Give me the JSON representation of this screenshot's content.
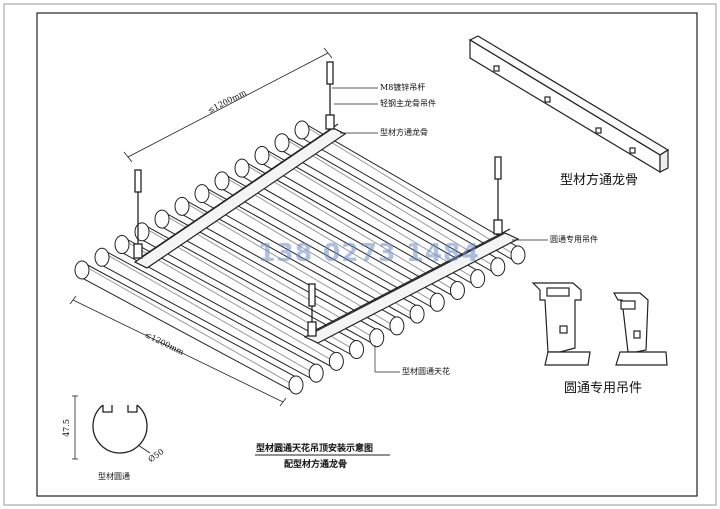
{
  "labels": {
    "rod": "M8镀锌吊杆",
    "hanger_main": "轻钢主龙骨吊件",
    "keel_top": "型材方通龙骨",
    "tube_hanger": "圆通专用吊件",
    "tube_ceiling": "型材圆通天花"
  },
  "dims": {
    "top": "≤1200mm",
    "bottom": "≤1200mm",
    "section_h": "47.5",
    "section_d": "Ø50"
  },
  "captions": {
    "keel_profile": "型材方通龙骨",
    "clip_profile": "圆通专用吊件",
    "tube_profile": "型材圆通",
    "title_line1": "型材圆通天花吊顶安装示意图",
    "title_line2": "配型材方通龙骨"
  },
  "watermark": "138 0273 1484"
}
